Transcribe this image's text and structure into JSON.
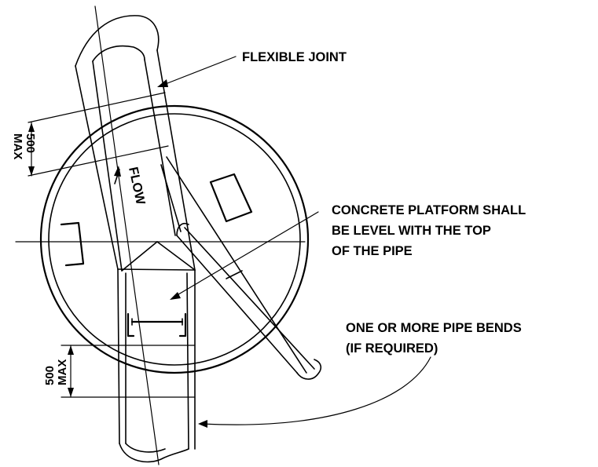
{
  "labels": {
    "flexible_joint": "FLEXIBLE JOINT",
    "flow": "FLOW",
    "platform_line1": "CONCRETE PLATFORM SHALL",
    "platform_line2": "BE LEVEL WITH THE TOP",
    "platform_line3": "OF THE PIPE",
    "bends_line1": "ONE OR MORE PIPE BENDS",
    "bends_line2": "(IF REQUIRED)"
  },
  "dimensions": {
    "upper": {
      "value": "500",
      "unit": "MAX"
    },
    "lower": {
      "value": "500",
      "unit": "MAX"
    }
  },
  "colors": {
    "ink": "#000000",
    "background": "#ffffff"
  }
}
